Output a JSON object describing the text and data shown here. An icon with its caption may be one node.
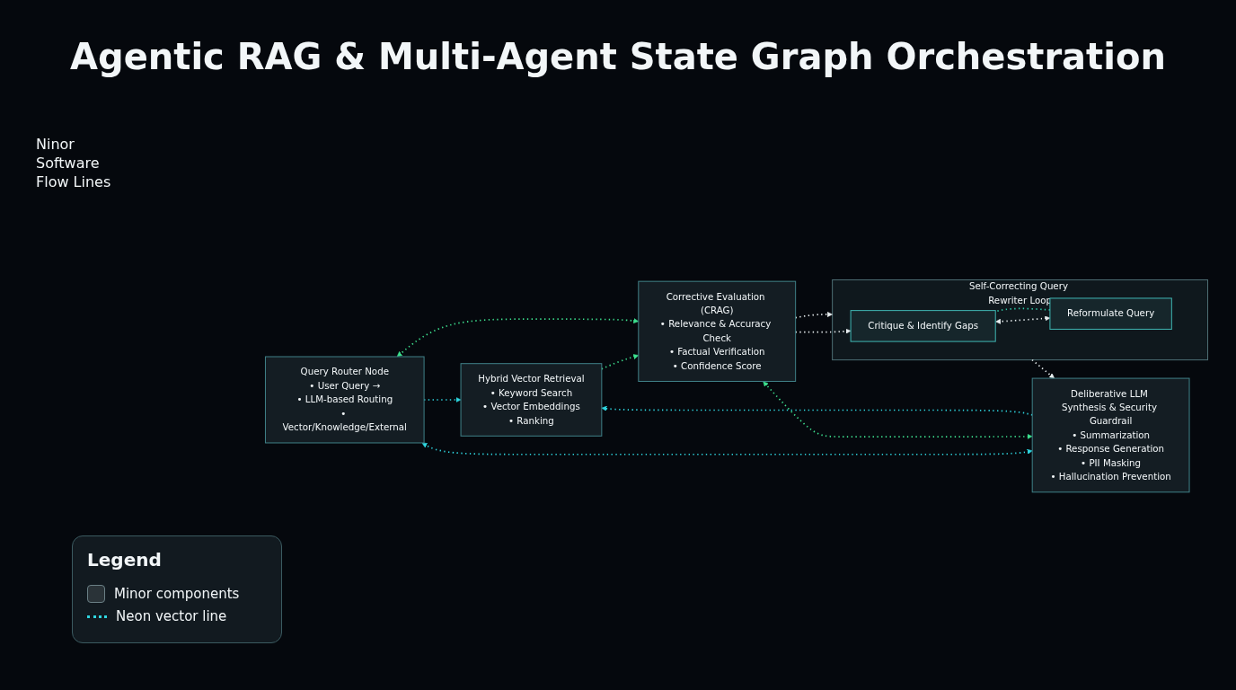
{
  "diagram": {
    "title": "Agentic RAG & Multi-Agent State Graph Orchestration",
    "nodes": [
      {
        "text": [
          "Query Router Node",
          "• User Query →",
          "• LLM-based Routing",
          "• Vector/Knowledge/External"
        ]
      },
      {
        "text": [
          "Hybrid Vector Retrieval",
          "• Keyword Search",
          "• Vector Embeddings",
          "• Ranking"
        ]
      },
      {
        "text": [
          "Corrective Evaluation (CRAG)",
          "• Relevance & Accuracy Check",
          "• Factual Verification",
          "• Confidence Score"
        ]
      },
      {
        "text": [
          "Self-Correcting Query Rewriter Loop"
        ]
      },
      {
        "text": [
          "Critique & Identify Gaps"
        ],
        "in": 3
      },
      {
        "text": [
          "Reformulate Query"
        ],
        "in": 3
      },
      {
        "text": [
          "Deliberative LLM Synthesis & Security Guardrail",
          "• Summarization",
          "• Response Generation",
          "• PII Masking",
          "• Hallucination Prevention"
        ]
      }
    ],
    "edges": [
      {
        "from": 0,
        "to": 1,
        "arrow": "to",
        "style": "dashed",
        "color": "#2fd6e0"
      },
      {
        "from": 1,
        "to": 2,
        "arrow": "to",
        "style": "dashed",
        "color": "#3ee08f"
      },
      {
        "from": 2,
        "to": 3,
        "arrow": "to",
        "style": "dashed"
      },
      {
        "from": 2,
        "to": 4,
        "arrow": "to",
        "style": "dashed"
      },
      {
        "from": 4,
        "to": 5,
        "arrow": "both",
        "style": "dashed"
      },
      {
        "from": 5,
        "to": 4,
        "arrow": "none",
        "style": "dashed",
        "color": "#2fc9a8"
      },
      {
        "from": 3,
        "to": 6,
        "arrow": "to",
        "style": "dashed"
      },
      {
        "from": 0,
        "to": 6,
        "arrow": "both",
        "style": "dashed",
        "color": "#2fd6e0"
      },
      {
        "from": 0,
        "to": 2,
        "arrow": "both",
        "style": "dashed",
        "color": "#3ee08f"
      },
      {
        "from": 6,
        "to": 1,
        "arrow": "to",
        "style": "dashed",
        "color": "#2fd6e0"
      },
      {
        "from": 2,
        "to": 6,
        "arrow": "both",
        "style": "dashed",
        "color": "#3ee08f"
      }
    ],
    "labels": [
      "Ninor Software Flow Lines",
      "Legend"
    ],
    "legend": [
      {
        "text": "Minor components"
      },
      {
        "text": "Neon vector line"
      }
    ]
  }
}
